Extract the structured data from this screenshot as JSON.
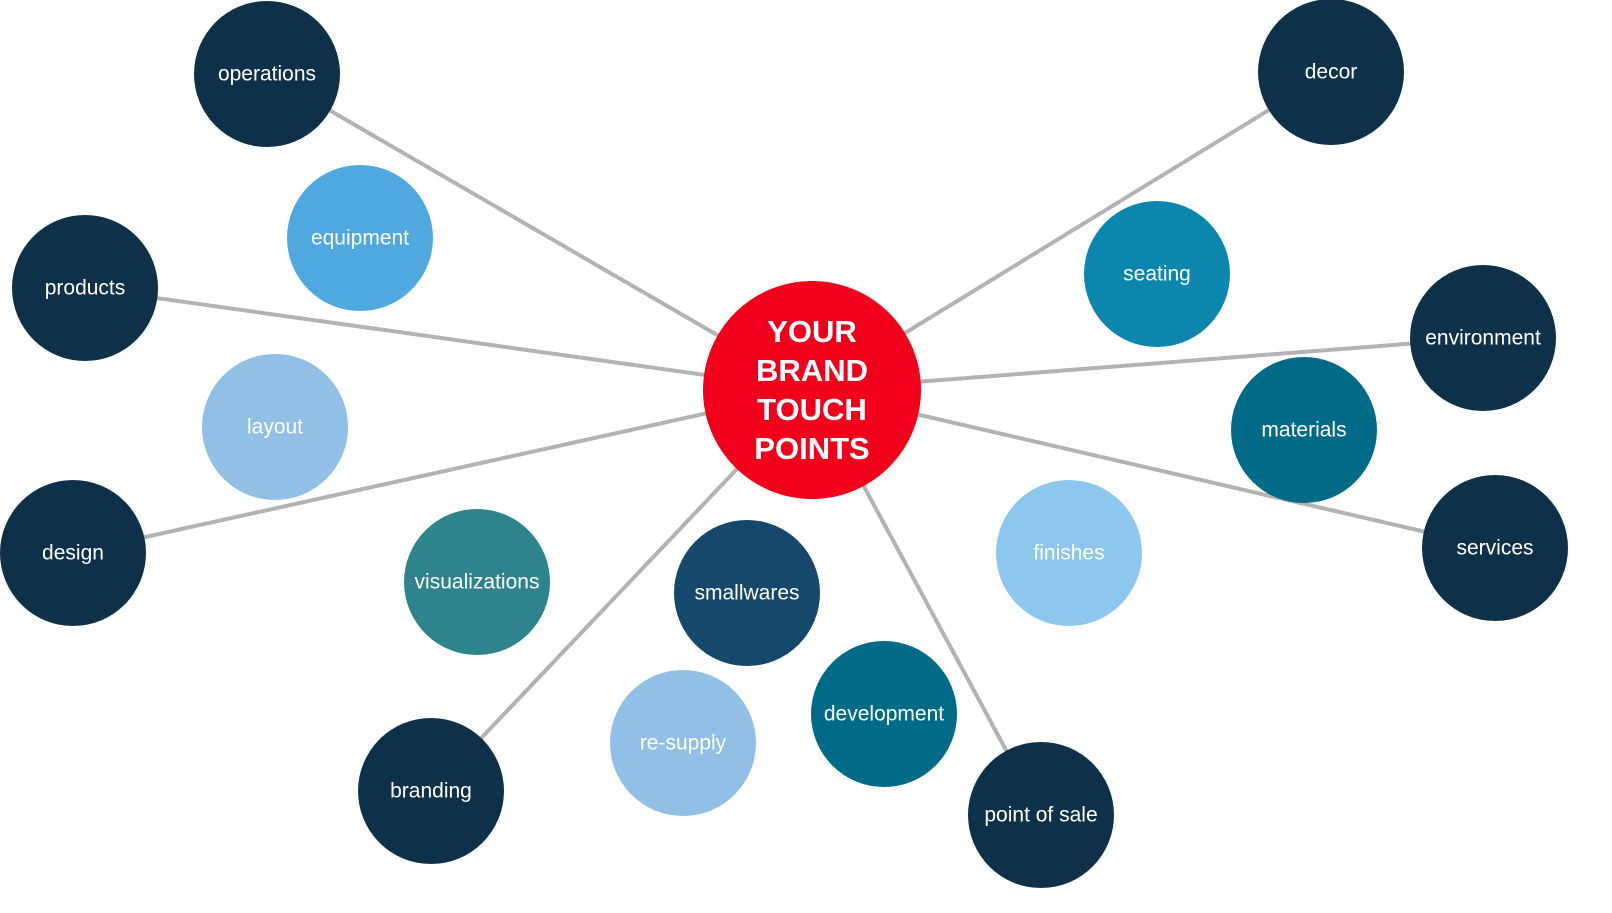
{
  "center": {
    "lines": [
      "YOUR",
      "BRAND",
      "TOUCH",
      "POINTS"
    ],
    "color": "#f0001a"
  },
  "palette": {
    "navy": "#0e3149",
    "sky": "#4fa9e0",
    "pale_blue": "#92bfe6",
    "teal": "#2e838d",
    "cerulean": "#0c86ad",
    "petrol": "#006b86",
    "dark_steel": "#15486a",
    "light_sky": "#8dc7ee",
    "connector": "#b3b3b3"
  },
  "nodes": [
    {
      "id": "operations",
      "label": "operations",
      "color": "navy",
      "connected": true
    },
    {
      "id": "equipment",
      "label": "equipment",
      "color": "sky",
      "connected": false
    },
    {
      "id": "products",
      "label": "products",
      "color": "navy",
      "connected": true
    },
    {
      "id": "layout",
      "label": "layout",
      "color": "pale_blue",
      "connected": false
    },
    {
      "id": "design",
      "label": "design",
      "color": "navy",
      "connected": true
    },
    {
      "id": "visualizations",
      "label": "visualizations",
      "color": "teal",
      "connected": false
    },
    {
      "id": "branding",
      "label": "branding",
      "color": "navy",
      "connected": true
    },
    {
      "id": "re-supply",
      "label": "re-supply",
      "color": "pale_blue",
      "connected": false
    },
    {
      "id": "smallwares",
      "label": "smallwares",
      "color": "dark_steel",
      "connected": false
    },
    {
      "id": "development",
      "label": "development",
      "color": "petrol",
      "connected": false
    },
    {
      "id": "point-of-sale",
      "label": "point of sale",
      "color": "navy",
      "connected": true
    },
    {
      "id": "finishes",
      "label": "finishes",
      "color": "light_sky",
      "connected": false
    },
    {
      "id": "services",
      "label": "services",
      "color": "navy",
      "connected": true
    },
    {
      "id": "materials",
      "label": "materials",
      "color": "petrol",
      "connected": false
    },
    {
      "id": "environment",
      "label": "environment",
      "color": "navy",
      "connected": true
    },
    {
      "id": "seating",
      "label": "seating",
      "color": "cerulean",
      "connected": false
    },
    {
      "id": "decor",
      "label": "decor",
      "color": "navy",
      "connected": true
    }
  ]
}
